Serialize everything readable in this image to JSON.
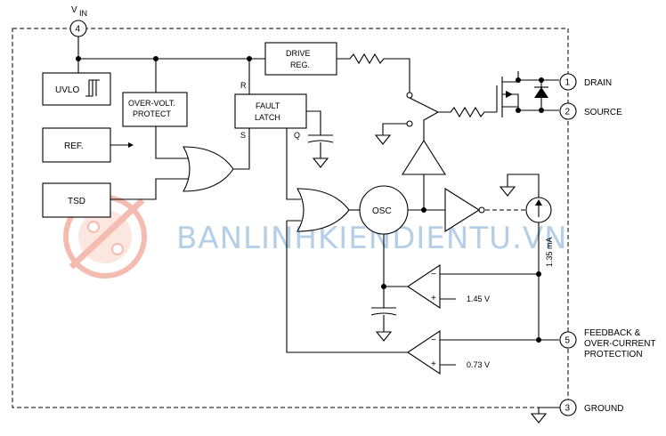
{
  "pins": {
    "vin": {
      "number": "4",
      "label": "V",
      "sub": "IN"
    },
    "drain": {
      "number": "1",
      "label": "DRAIN"
    },
    "source": {
      "number": "2",
      "label": "SOURCE"
    },
    "feedback": {
      "number": "5",
      "label1": "FEEDBACK &",
      "label2": "OVER-CURRENT",
      "label3": "PROTECTION"
    },
    "ground": {
      "number": "3",
      "label": "GROUND"
    }
  },
  "blocks": {
    "uvlo": "UVLO",
    "ref": "REF.",
    "tsd": "TSD",
    "ovp_line1": "OVER-VOLT.",
    "ovp_line2": "PROTECT",
    "drive_line1": "DRIVE",
    "drive_line2": "REG.",
    "fault_line1": "FAULT",
    "fault_line2": "LATCH",
    "latch_r": "R",
    "latch_s": "S",
    "latch_q": "Q",
    "osc": "OSC"
  },
  "values": {
    "ref1": "1.45 V",
    "ref2": "0.73 V",
    "current": "1.35 mA"
  },
  "comparator_signs": {
    "minus": "−",
    "plus": "+"
  },
  "watermark": {
    "text": "BANLINHKIENDIENTU.VN",
    "color": "#a9c7e2",
    "logo_color": "#f0a090"
  }
}
